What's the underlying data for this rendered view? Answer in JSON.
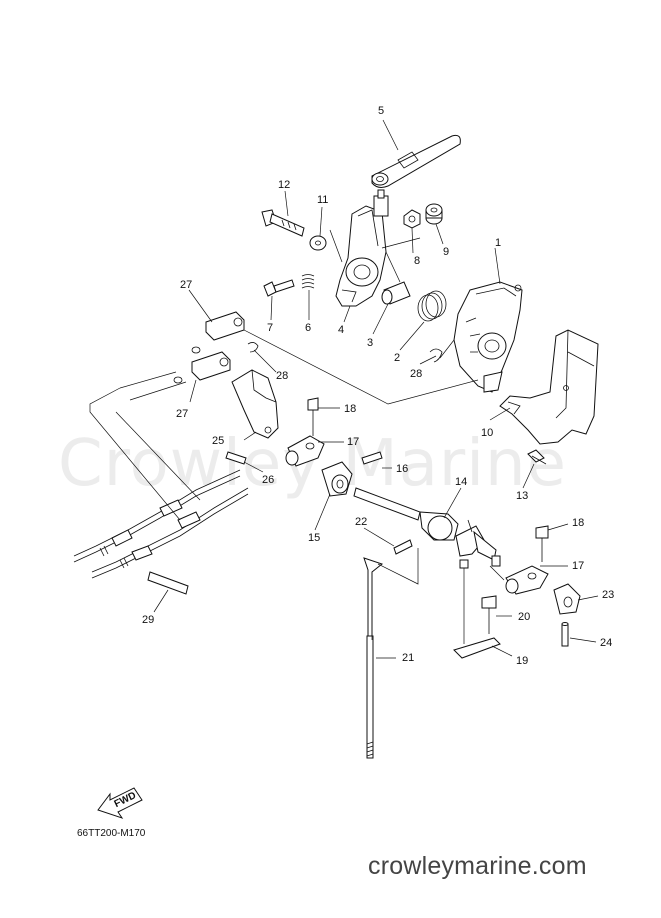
{
  "watermark": "Crowley Marine",
  "diagram_code": "66TT200-M170",
  "site_url": "crowleymarine.com",
  "fwd_label": "FWD",
  "callouts": [
    "1",
    "2",
    "3",
    "4",
    "5",
    "6",
    "7",
    "8",
    "9",
    "10",
    "11",
    "12",
    "13",
    "14",
    "15",
    "16",
    "17",
    "17",
    "18",
    "18",
    "19",
    "20",
    "21",
    "22",
    "23",
    "24",
    "25",
    "26",
    "27",
    "27",
    "28",
    "28",
    "29"
  ]
}
